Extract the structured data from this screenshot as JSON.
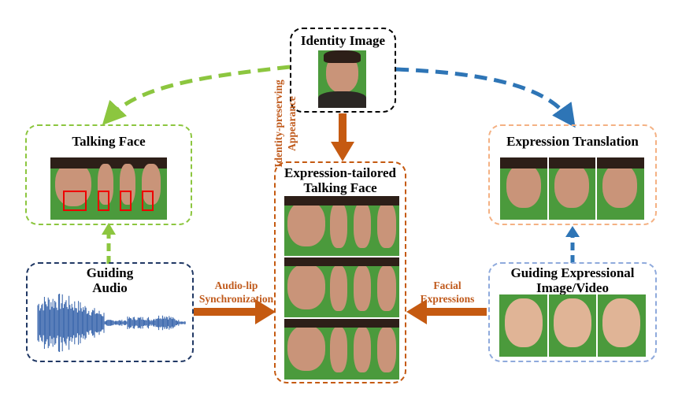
{
  "identity": {
    "title": "Identity Image"
  },
  "talking_face": {
    "title": "Talking Face"
  },
  "expression_translation": {
    "title": "Expression Translation"
  },
  "center": {
    "title_line1": "Expression-tailored",
    "title_line2": "Talking Face"
  },
  "guiding_audio": {
    "title_line1": "Guiding",
    "title_line2": "Audio"
  },
  "guiding_expr": {
    "title_line1": "Guiding Expressional",
    "title_line2": "Image/Video"
  },
  "labels": {
    "identity_line1": "Identity-preserving",
    "identity_line2": "Appearance",
    "audio_line1": "Audio-lip",
    "audio_line2": "Synchronization",
    "facial_line1": "Facial",
    "facial_line2": "Expressions"
  },
  "colors": {
    "green": "#8cc63f",
    "blue": "#2e75b6",
    "orange": "#c55a11",
    "navy": "#203864",
    "peach": "#f4b183",
    "lightblue": "#8faadc",
    "black": "#000000"
  }
}
